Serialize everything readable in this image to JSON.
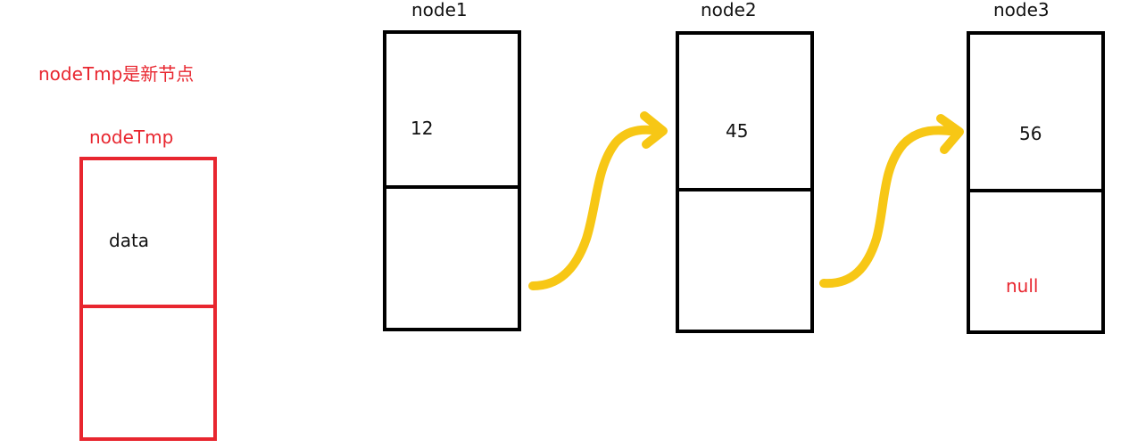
{
  "new_node": {
    "caption": "nodeTmp是新节点",
    "title": "nodeTmp",
    "data_label": "data",
    "color": "#e8262f"
  },
  "nodes": [
    {
      "title": "node1",
      "value": "12",
      "next": ""
    },
    {
      "title": "node2",
      "value": "45",
      "next": ""
    },
    {
      "title": "node3",
      "value": "56",
      "next": "null"
    }
  ],
  "colors": {
    "node_border": "#000000",
    "arrow": "#f7c715",
    "null_text": "#e8262f"
  }
}
